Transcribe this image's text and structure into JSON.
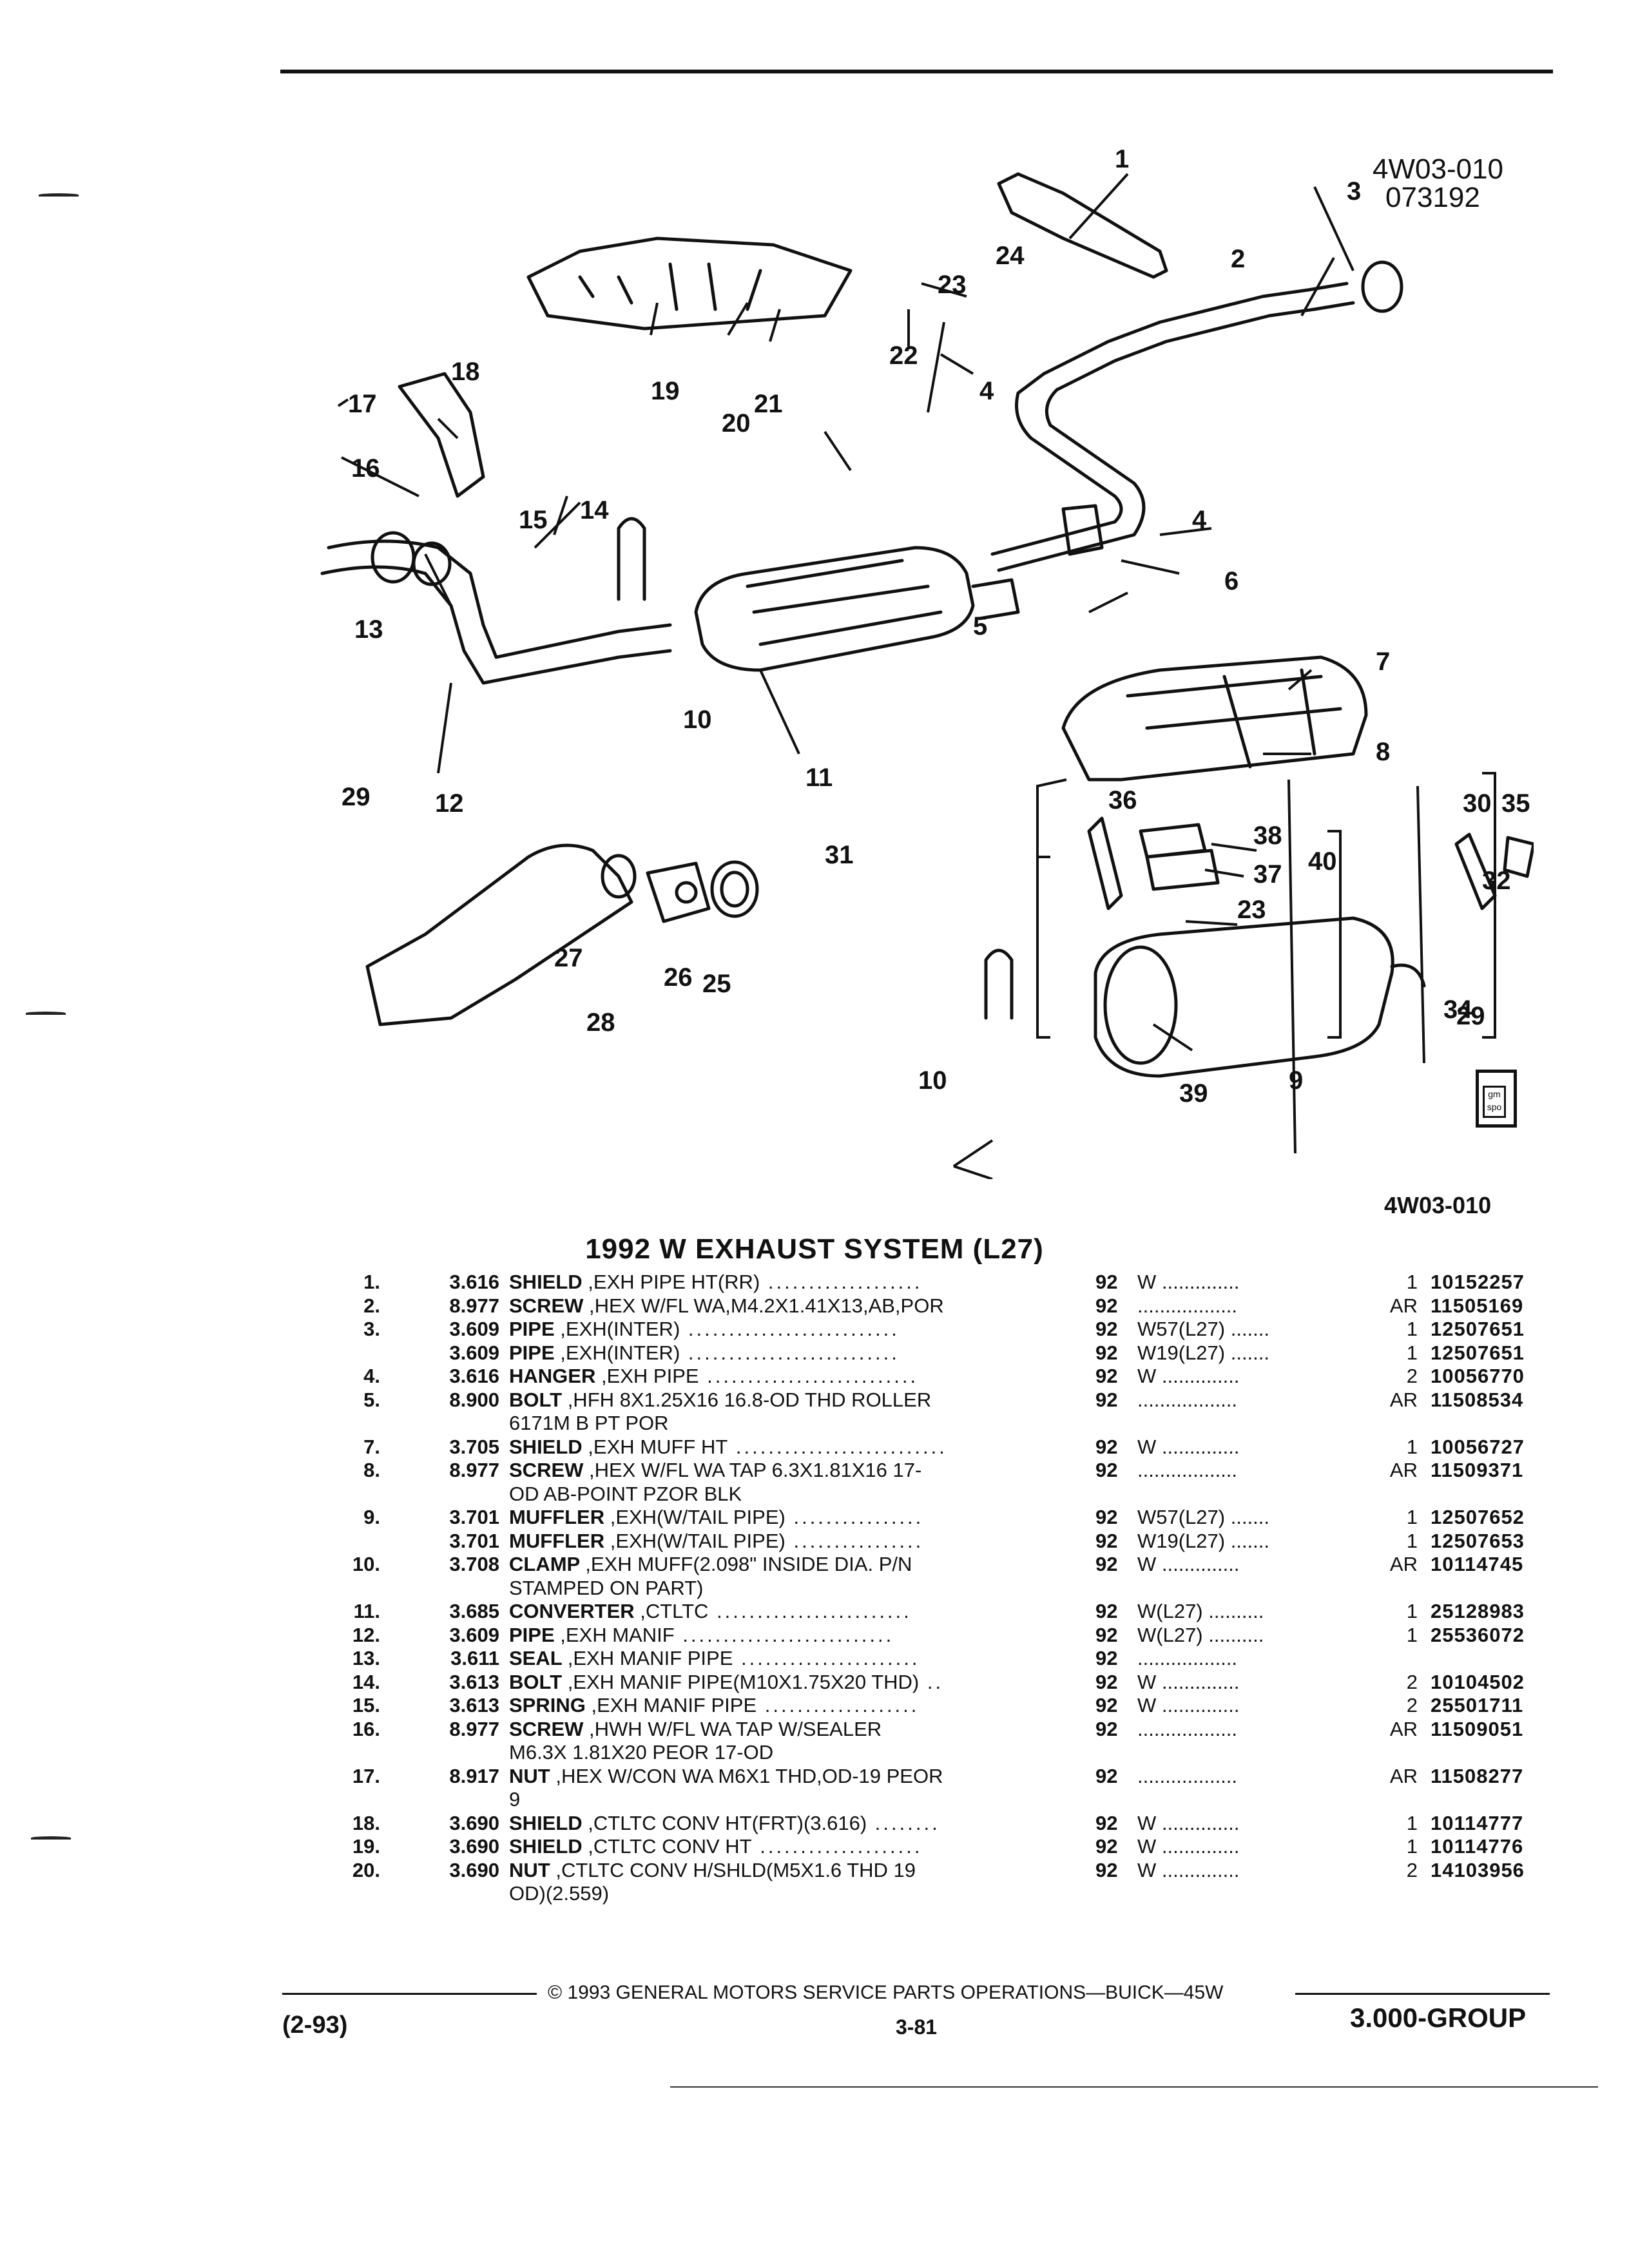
{
  "diagram": {
    "code_top": "4W03-010",
    "date_code": "073192",
    "code_bottom": "4W03-010",
    "callouts": [
      "1",
      "2",
      "3",
      "4",
      "4",
      "5",
      "6",
      "7",
      "8",
      "9",
      "10",
      "10",
      "11",
      "12",
      "13",
      "14",
      "15",
      "16",
      "17",
      "18",
      "19",
      "20",
      "21",
      "22",
      "23",
      "23",
      "24",
      "25",
      "26",
      "27",
      "28",
      "29",
      "29",
      "30",
      "31",
      "32",
      "34",
      "35",
      "36",
      "37",
      "38",
      "39",
      "40"
    ],
    "logo_label": "gm spo"
  },
  "title": "1992 W EXHAUST SYSTEM (L27)",
  "parts": [
    {
      "ref": "1.",
      "group": "3.616",
      "name": "SHIELD",
      "desc": ",EXH PIPE HT(RR)",
      "dots": "...................",
      "year": "92",
      "model": "W ..............",
      "qty": "1",
      "part_no": "10152257"
    },
    {
      "ref": "2.",
      "group": "8.977",
      "name": "SCREW",
      "desc": ",HEX W/FL WA,M4.2X1.41X13,AB,POR",
      "dots": "",
      "year": "92",
      "model": "..................",
      "qty": "AR",
      "part_no": "11505169"
    },
    {
      "ref": "3.",
      "group": "3.609",
      "name": "PIPE",
      "desc": ",EXH(INTER)",
      "dots": "..........................",
      "year": "92",
      "model": "W57(L27) .......",
      "qty": "1",
      "part_no": "12507651"
    },
    {
      "ref": "",
      "group": "3.609",
      "name": "PIPE",
      "desc": ",EXH(INTER)",
      "dots": "..........................",
      "year": "92",
      "model": "W19(L27) .......",
      "qty": "1",
      "part_no": "12507651"
    },
    {
      "ref": "4.",
      "group": "3.616",
      "name": "HANGER",
      "desc": ",EXH PIPE",
      "dots": "..........................",
      "year": "92",
      "model": "W ..............",
      "qty": "2",
      "part_no": "10056770"
    },
    {
      "ref": "5.",
      "group": "8.900",
      "name": "BOLT",
      "desc": ",HFH 8X1.25X16 16.8-OD THD ROLLER",
      "dots": "",
      "year": "92",
      "model": "..................",
      "qty": "AR",
      "part_no": "11508534"
    },
    {
      "ref": "",
      "group": "",
      "name": "",
      "desc": "6171M B PT POR",
      "dots": "",
      "year": "",
      "model": "",
      "qty": "",
      "part_no": ""
    },
    {
      "ref": "7.",
      "group": "3.705",
      "name": "SHIELD",
      "desc": ",EXH MUFF HT",
      "dots": "..........................",
      "year": "92",
      "model": "W ..............",
      "qty": "1",
      "part_no": "10056727"
    },
    {
      "ref": "8.",
      "group": "8.977",
      "name": "SCREW",
      "desc": ",HEX W/FL WA TAP 6.3X1.81X16 17-",
      "dots": "",
      "year": "92",
      "model": "..................",
      "qty": "AR",
      "part_no": "11509371"
    },
    {
      "ref": "",
      "group": "",
      "name": "",
      "desc": "OD AB-POINT PZOR BLK",
      "dots": "",
      "year": "",
      "model": "",
      "qty": "",
      "part_no": ""
    },
    {
      "ref": "9.",
      "group": "3.701",
      "name": "MUFFLER",
      "desc": ",EXH(W/TAIL PIPE)",
      "dots": "................",
      "year": "92",
      "model": "W57(L27) .......",
      "qty": "1",
      "part_no": "12507652"
    },
    {
      "ref": "",
      "group": "3.701",
      "name": "MUFFLER",
      "desc": ",EXH(W/TAIL PIPE)",
      "dots": "................",
      "year": "92",
      "model": "W19(L27) .......",
      "qty": "1",
      "part_no": "12507653"
    },
    {
      "ref": "10.",
      "group": "3.708",
      "name": "CLAMP",
      "desc": ",EXH MUFF(2.098\" INSIDE DIA. P/N",
      "dots": "",
      "year": "92",
      "model": "W ..............",
      "qty": "AR",
      "part_no": "10114745"
    },
    {
      "ref": "",
      "group": "",
      "name": "",
      "desc": "STAMPED ON PART)",
      "dots": "",
      "year": "",
      "model": "",
      "qty": "",
      "part_no": ""
    },
    {
      "ref": "11.",
      "group": "3.685",
      "name": "CONVERTER",
      "desc": ",CTLTC",
      "dots": "........................",
      "year": "92",
      "model": "W(L27) ..........",
      "qty": "1",
      "part_no": "25128983"
    },
    {
      "ref": "12.",
      "group": "3.609",
      "name": "PIPE",
      "desc": ",EXH MANIF",
      "dots": "..........................",
      "year": "92",
      "model": "W(L27) ..........",
      "qty": "1",
      "part_no": "25536072"
    },
    {
      "ref": "13.",
      "group": "3.611",
      "name": "SEAL",
      "desc": ",EXH MANIF PIPE",
      "dots": "......................",
      "year": "92",
      "model": "..................",
      "qty": "",
      "part_no": ""
    },
    {
      "ref": "14.",
      "group": "3.613",
      "name": "BOLT",
      "desc": ",EXH MANIF PIPE(M10X1.75X20 THD)",
      "dots": "..",
      "year": "92",
      "model": "W ..............",
      "qty": "2",
      "part_no": "10104502"
    },
    {
      "ref": "15.",
      "group": "3.613",
      "name": "SPRING",
      "desc": ",EXH MANIF PIPE",
      "dots": "...................",
      "year": "92",
      "model": "W ..............",
      "qty": "2",
      "part_no": "25501711"
    },
    {
      "ref": "16.",
      "group": "8.977",
      "name": "SCREW",
      "desc": ",HWH W/FL WA TAP W/SEALER",
      "dots": "",
      "year": "92",
      "model": "..................",
      "qty": "AR",
      "part_no": "11509051"
    },
    {
      "ref": "",
      "group": "",
      "name": "",
      "desc": "M6.3X 1.81X20 PEOR 17-OD",
      "dots": "",
      "year": "",
      "model": "",
      "qty": "",
      "part_no": ""
    },
    {
      "ref": "17.",
      "group": "8.917",
      "name": "NUT",
      "desc": ",HEX W/CON WA M6X1 THD,OD-19 PEOR",
      "dots": "",
      "year": "92",
      "model": "..................",
      "qty": "AR",
      "part_no": "11508277"
    },
    {
      "ref": "",
      "group": "",
      "name": "",
      "desc": "9",
      "dots": "",
      "year": "",
      "model": "",
      "qty": "",
      "part_no": ""
    },
    {
      "ref": "18.",
      "group": "3.690",
      "name": "SHIELD",
      "desc": ",CTLTC CONV HT(FRT)(3.616)",
      "dots": "........",
      "year": "92",
      "model": "W ..............",
      "qty": "1",
      "part_no": "10114777"
    },
    {
      "ref": "19.",
      "group": "3.690",
      "name": "SHIELD",
      "desc": ",CTLTC CONV HT",
      "dots": "....................",
      "year": "92",
      "model": "W ..............",
      "qty": "1",
      "part_no": "10114776"
    },
    {
      "ref": "20.",
      "group": "3.690",
      "name": "NUT",
      "desc": ",CTLTC CONV H/SHLD(M5X1.6 THD 19",
      "dots": "",
      "year": "92",
      "model": "W ..............",
      "qty": "2",
      "part_no": "14103956"
    },
    {
      "ref": "",
      "group": "",
      "name": "",
      "desc": "OD)(2.559)",
      "dots": "",
      "year": "",
      "model": "",
      "qty": "",
      "part_no": ""
    }
  ],
  "footer": {
    "copyright": "© 1993 GENERAL MOTORS SERVICE PARTS OPERATIONS—BUICK—45W",
    "date": "(2-93)",
    "page": "3-81",
    "group": "3.000-GROUP"
  }
}
